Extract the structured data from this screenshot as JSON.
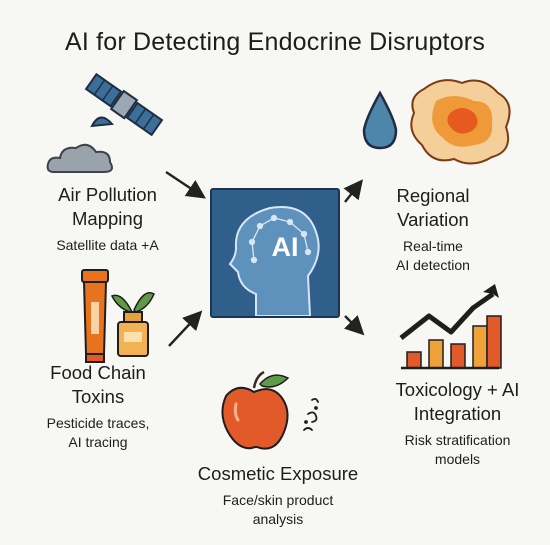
{
  "title": "AI for Detecting Endocrine Disruptors",
  "center": {
    "label": "AI"
  },
  "nodes": {
    "air": {
      "title_line1": "Air Pollution",
      "title_line2": "Mapping",
      "subtitle_line1": "Satellite data +A"
    },
    "regional": {
      "title_line1": "Regional",
      "title_line2": "Variation",
      "subtitle_line1": "Real-time",
      "subtitle_line2": "AI detection"
    },
    "food": {
      "title_line1": "Food Chain",
      "title_line2": "Toxins",
      "subtitle_line1": "Pesticide traces,",
      "subtitle_line2": "AI tracing"
    },
    "tox": {
      "title_line1": "Toxicology + AI",
      "title_line2": "Integration",
      "subtitle_line1": "Risk stratification",
      "subtitle_line2": "models"
    },
    "cosmetic": {
      "title_line1": "Cosmetic Exposure",
      "subtitle_line1": "Face/skin product",
      "subtitle_line2": "analysis"
    }
  },
  "colors": {
    "center_bg": "#2f5f8a",
    "center_border": "#1c3550",
    "orange": "#e8731f",
    "blue_drop": "#4d86aa",
    "apple": "#e25a2a",
    "leaf": "#5e9a47",
    "satellite": "#3b6f99"
  },
  "icons": [
    "satellite-icon",
    "cloud-icon",
    "water-drop-icon",
    "heatmap-blob-icon",
    "ai-head-icon",
    "cosmetic-tube-icon",
    "spray-bottle-icon",
    "bar-chart-icon",
    "apple-icon"
  ]
}
